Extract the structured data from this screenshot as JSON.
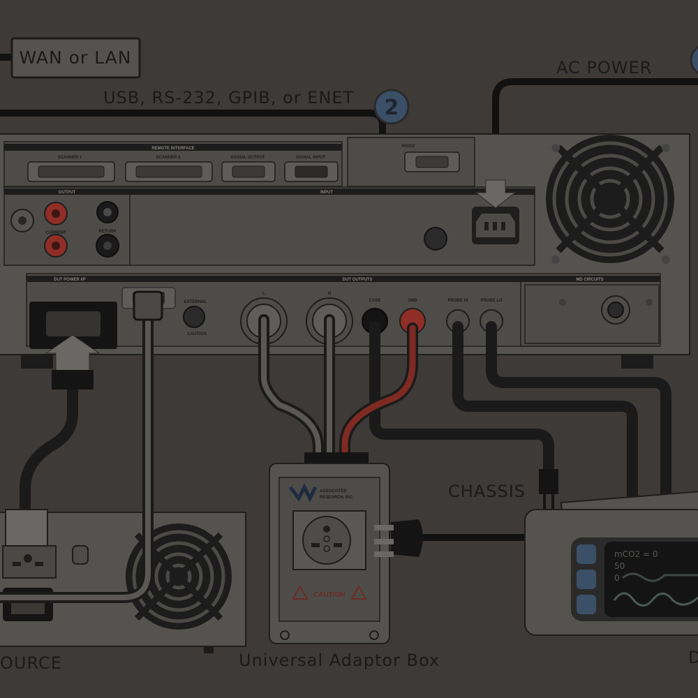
{
  "labels": {
    "wan_lan": "WAN or LAN",
    "usb": "USB, RS-232, GPIB, or ENET",
    "ac_power": "AC POWER",
    "step_badge": "2",
    "chassis": "CHASSIS",
    "source": "OURCE",
    "adaptor_box": "Universal Adaptor Box",
    "right_cut": "D"
  },
  "panel": {
    "remote_interface": "REMOTE INTERFACE",
    "scanner1": "SCANNER 1",
    "scanner2": "SCANNER 2",
    "signal_output": "SIGNAL OUTPUT",
    "signal_input": "SIGNAL INPUT",
    "rs232": "RS232",
    "output": "OUTPUT",
    "input": "INPUT",
    "current": "CURRENT",
    "return": "RETURN",
    "dut_power": "DUT POWER I/P",
    "dut_outputs": "DUT OUTPUTS",
    "md_circuits": "MD CIRCUITS",
    "case": "CASE",
    "gnd": "GND",
    "probe_hi": "PROBE HI",
    "probe_lo": "PROBE LO",
    "external": "EXTERNAL",
    "l": "L",
    "n": "N",
    "caution": "CAUTION"
  },
  "adaptor": {
    "brand_line1": "ASSOCIATED",
    "brand_line2": "RESEARCH, INC",
    "warning": "CAUTION"
  },
  "monitor": {
    "line1": "mCO2 = 0",
    "line2": "50",
    "line3": "0"
  },
  "colors": {
    "background": "#3d3a37",
    "panel": "#55534f",
    "cable": "#111111",
    "red_terminal": "#8f2e26",
    "badge": "#3b4f66"
  }
}
